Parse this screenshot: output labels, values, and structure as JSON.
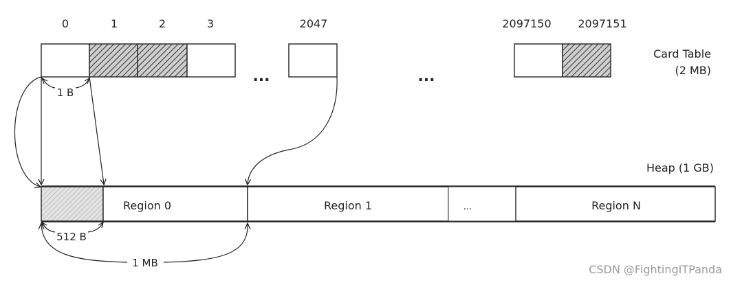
{
  "card_table": {
    "label_line1": "Card Table",
    "label_line2": "(2  MB)",
    "indices": [
      "0",
      "1",
      "2",
      "3",
      "2047",
      "2097150",
      "2097151"
    ],
    "ellipsis_left": "...",
    "ellipsis_right": "...",
    "card_size_label": "1 B"
  },
  "heap": {
    "label": "Heap (1 GB)",
    "regions": [
      "Region 0",
      "Region 1",
      "...",
      "Region N"
    ],
    "card_span_label": "512 B",
    "region_span_label": "1 MB"
  },
  "watermark": "CSDN @FightingITPanda",
  "colors": {
    "stroke": "#222222",
    "hatch_dark": "#444444",
    "hatch_light": "#9a9a9a",
    "watermark": "#9a9a9a"
  }
}
